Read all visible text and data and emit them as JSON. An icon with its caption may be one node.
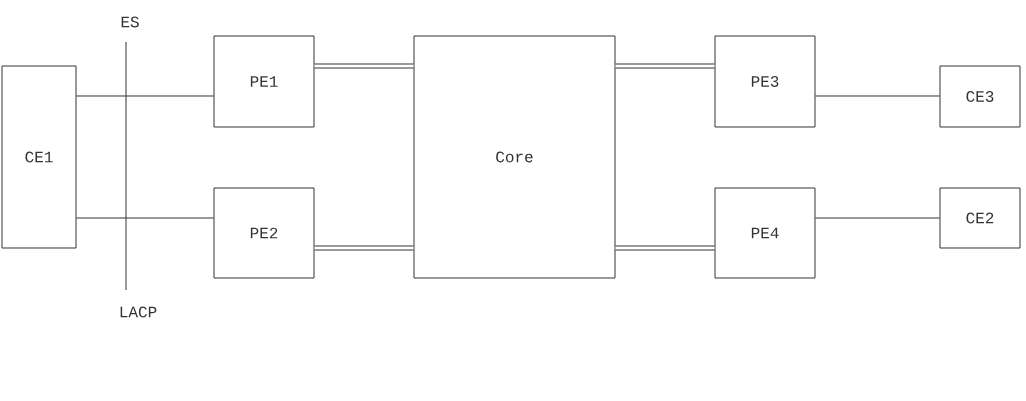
{
  "diagram": {
    "nodes": [
      {
        "text": [
          "CE1"
        ]
      },
      {
        "text": [
          "PE1"
        ]
      },
      {
        "text": [
          "PE2"
        ]
      },
      {
        "text": [
          "Core"
        ]
      },
      {
        "text": [
          "PE3"
        ]
      },
      {
        "text": [
          "PE4"
        ]
      },
      {
        "text": [
          "CE3"
        ]
      },
      {
        "text": [
          "CE2"
        ]
      }
    ],
    "edges": [
      {
        "from": 0,
        "to": 1,
        "arrow": "none"
      },
      {
        "from": 0,
        "to": 2,
        "arrow": "none"
      },
      {
        "from": 1,
        "to": 3,
        "arrow": "none",
        "style": "thick"
      },
      {
        "from": 2,
        "to": 3,
        "arrow": "none",
        "style": "thick"
      },
      {
        "from": 3,
        "to": 4,
        "arrow": "none",
        "style": "thick"
      },
      {
        "from": 3,
        "to": 5,
        "arrow": "none",
        "style": "thick"
      },
      {
        "from": 4,
        "to": 6,
        "arrow": "none"
      },
      {
        "from": 5,
        "to": 7,
        "arrow": "none"
      }
    ],
    "labels": [
      "ES",
      "LACP"
    ]
  }
}
